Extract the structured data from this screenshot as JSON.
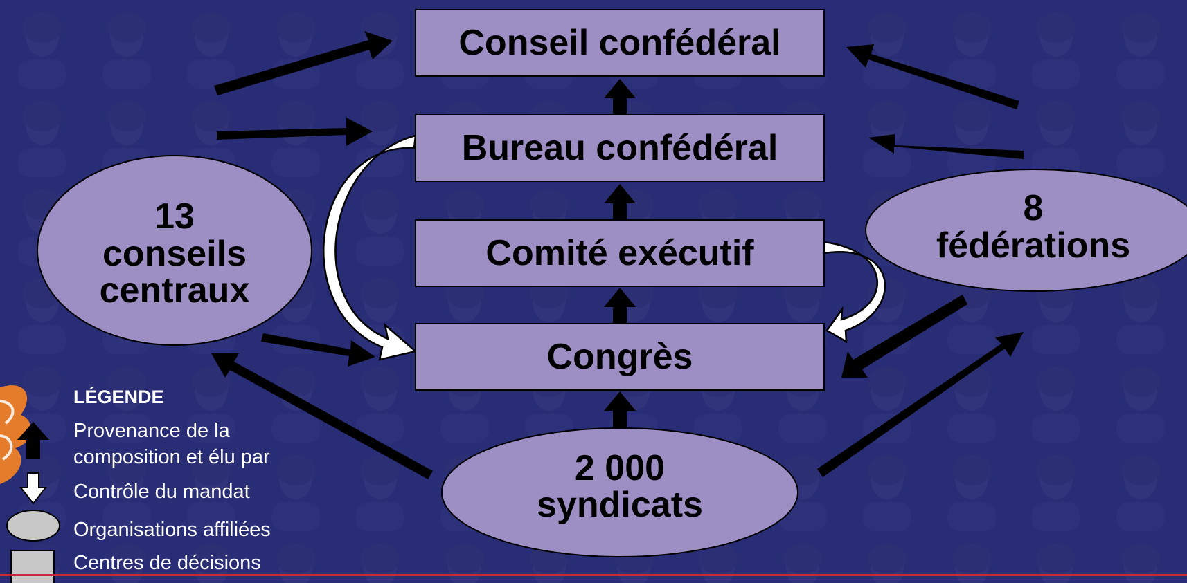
{
  "colors": {
    "background": "#2a3070",
    "box_fill": "#9d8fc4",
    "box_stroke": "#000000",
    "arrow_black": "#000000",
    "arrow_white": "#ffffff",
    "legend_shape": "#c8c8c8",
    "logo_orange": "#e47c2c",
    "footer_line": "#c8283c"
  },
  "boxes": {
    "conseil": "Conseil confédéral",
    "bureau": "Bureau confédéral",
    "comite": "Comité exécutif",
    "congres": "Congrès"
  },
  "ellipses": {
    "conseils_centraux": [
      "13",
      "conseils",
      "centraux"
    ],
    "federations": [
      "8",
      "fédérations"
    ],
    "syndicats": [
      "2 000",
      "syndicats"
    ]
  },
  "legend": {
    "title": "LÉGENDE",
    "composition_lines": [
      "Provenance de la",
      "composition et élu par"
    ],
    "controle": "Contrôle du mandat",
    "organisations": "Organisations affiliées",
    "centres": "Centres de décisions"
  }
}
